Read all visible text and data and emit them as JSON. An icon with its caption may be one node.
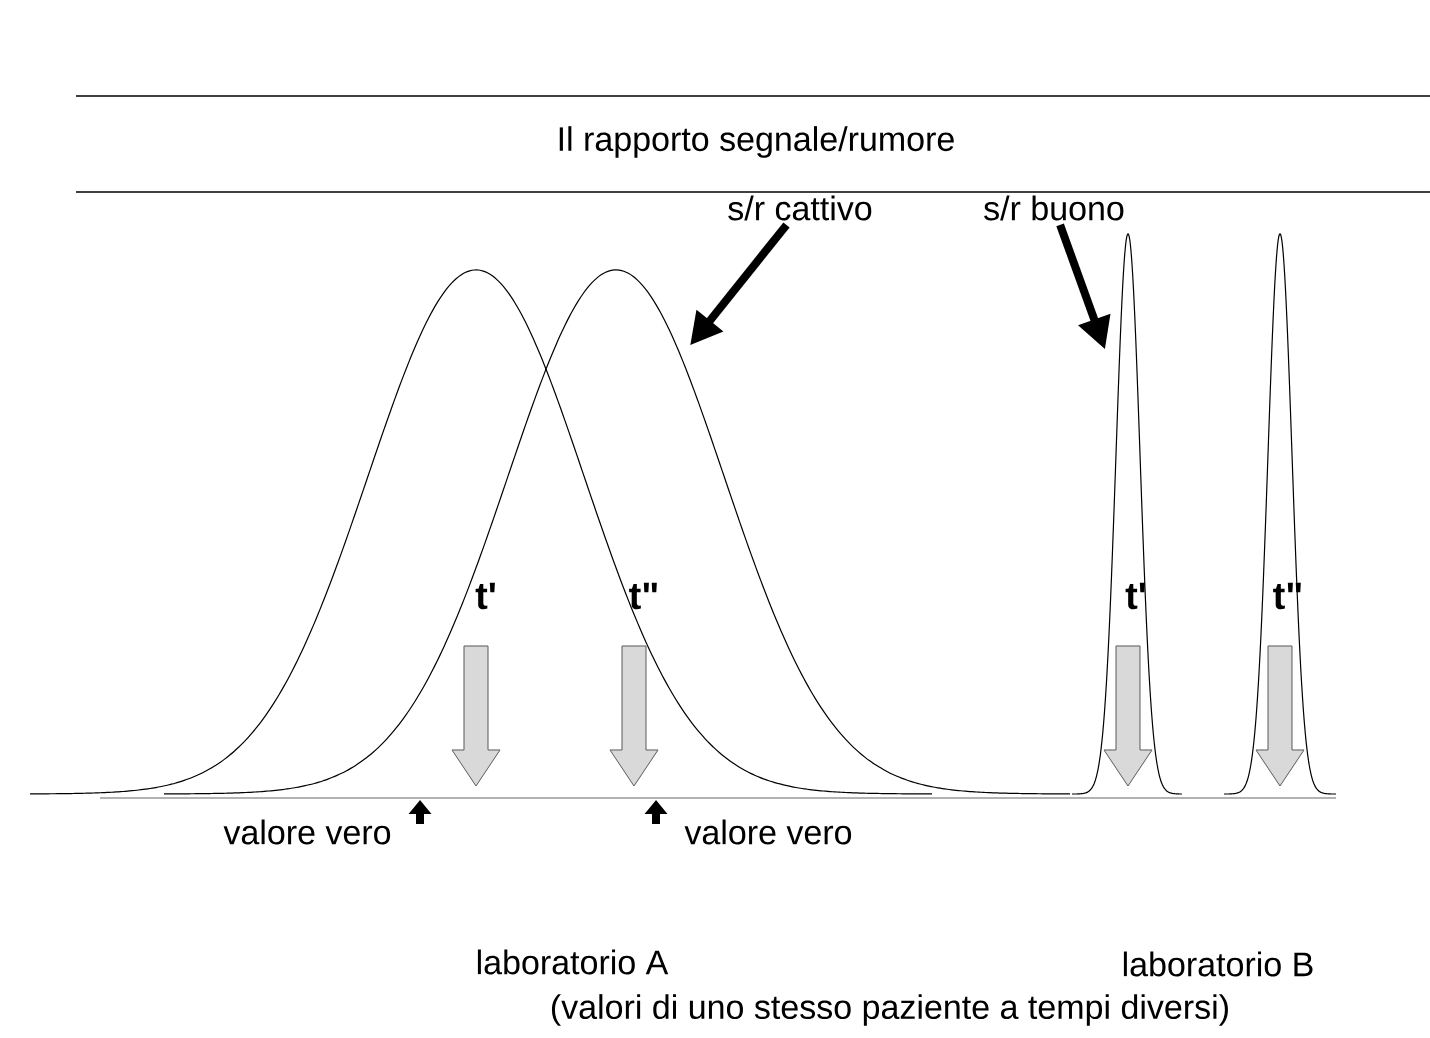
{
  "diagram": {
    "title": "Il rapporto segnale/rumore",
    "nodes": [
      {
        "text": [
          "s/r cattivo"
        ]
      },
      {
        "text": [
          "s/r buono"
        ]
      },
      {
        "text": [],
        "shape": "curve"
      },
      {
        "text": [],
        "shape": "curve"
      }
    ],
    "edges": [
      {
        "from": 0,
        "to": 2,
        "arrow": "to"
      },
      {
        "from": 1,
        "to": 3,
        "arrow": "to"
      }
    ],
    "labels": [
      "t'",
      "t\"",
      "t'",
      "t\"",
      "valore vero",
      "valore vero",
      "laboratorio A",
      "laboratorio B",
      "(valori di uno stesso paziente a tempi diversi)"
    ]
  }
}
